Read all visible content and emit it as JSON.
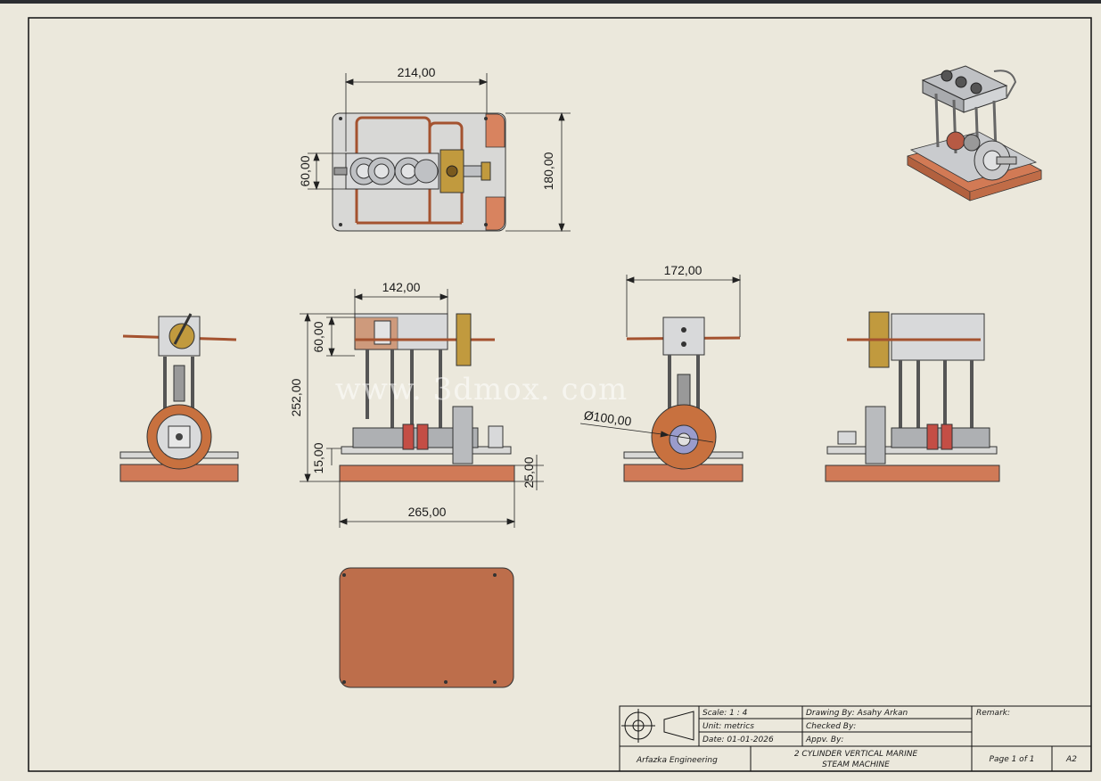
{
  "drawing": {
    "dimensions": {
      "top_width": "214,00",
      "top_cyl_height": "60,00",
      "top_depth": "180,00",
      "front_width": "142,00",
      "front_cyl_height": "60,00",
      "front_total_height": "252,00",
      "front_base_height": "15,00",
      "front_plinth": "25,00",
      "front_base_width": "265,00",
      "side_width": "172,00",
      "flywheel_diameter": "Ø100,00"
    },
    "watermark": "www. 3dmox. com"
  },
  "title_block": {
    "scale": "Scale: 1 : 4",
    "unit": "Unit: metrics",
    "date": "Date: 01-01-2026",
    "drawn_by": "Drawing By: Asahy Arkan",
    "checked_by": "Checked By:",
    "approved_by": "Appv. By:",
    "remark": "Remark:",
    "company": "Arfazka Engineering",
    "title_line1": "2 CYLINDER VERTICAL MARINE",
    "title_line2": "STEAM MACHINE",
    "page": "Page 1 of 1",
    "sheet_size": "A2"
  },
  "colors": {
    "paper": "#ebe8dc",
    "copper": "#c77a55",
    "wood": "#b86a4a",
    "steel": "#c7c9cc",
    "brass": "#b08a3a"
  }
}
